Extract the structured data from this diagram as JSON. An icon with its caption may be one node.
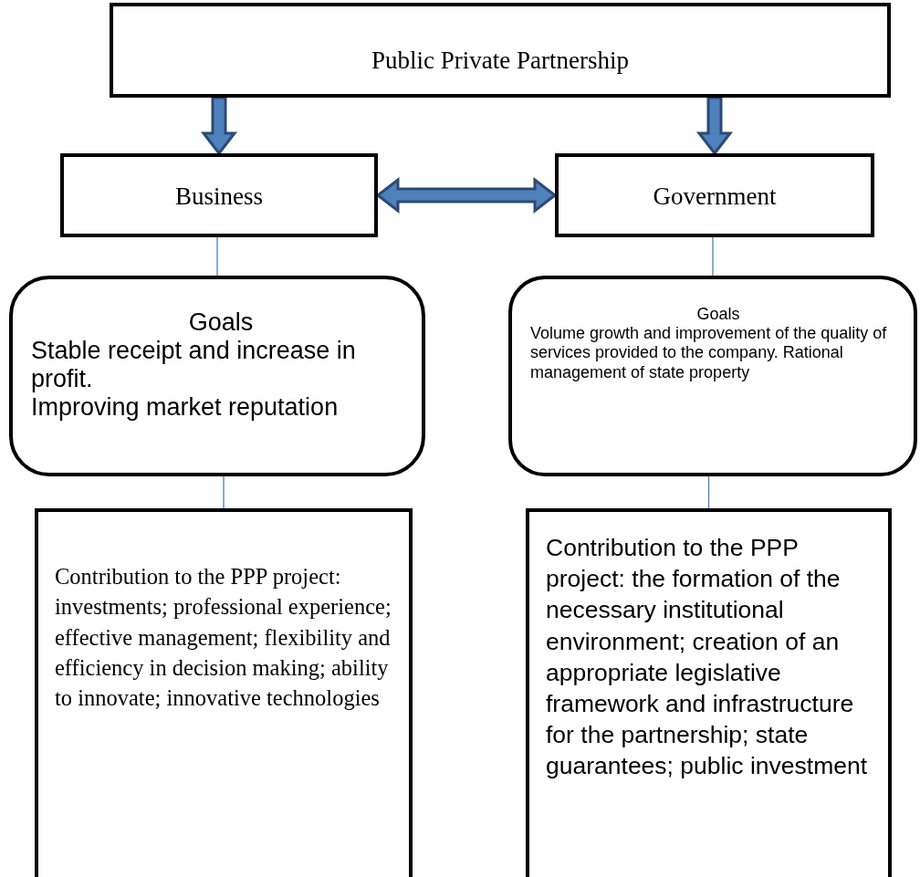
{
  "diagram": {
    "nodes": [
      {
        "text": [
          "Public Private Partnership"
        ]
      },
      {
        "text": [
          "Business"
        ]
      },
      {
        "text": [
          "Government"
        ]
      },
      {
        "text": [
          "Goals",
          "Stable receipt and increase in profit.",
          "Improving market reputation"
        ]
      },
      {
        "text": [
          "Goals",
          "Volume growth and improvement of the quality of services provided to the company. Rational management of state property"
        ]
      },
      {
        "text": [
          "Contribution to the PPP project: investments; professional experience; effective management; flexibility and efficiency in decision making; ability to innovate; innovative technologies"
        ]
      },
      {
        "text": [
          "Contribution to the PPP project: the formation of the necessary institutional environment; creation of an appropriate legislative framework and infrastructure for the partnership; state guarantees; public investment"
        ]
      }
    ],
    "edges": [
      {
        "from": 0,
        "to": 1,
        "arrow": "to",
        "style": "thick"
      },
      {
        "from": 0,
        "to": 2,
        "arrow": "to",
        "style": "thick"
      },
      {
        "from": 1,
        "to": 2,
        "arrow": "both",
        "style": "thick"
      },
      {
        "from": 1,
        "to": 3,
        "arrow": "none"
      },
      {
        "from": 2,
        "to": 4,
        "arrow": "none"
      },
      {
        "from": 3,
        "to": 5,
        "arrow": "none"
      },
      {
        "from": 4,
        "to": 6,
        "arrow": "none"
      }
    ]
  }
}
